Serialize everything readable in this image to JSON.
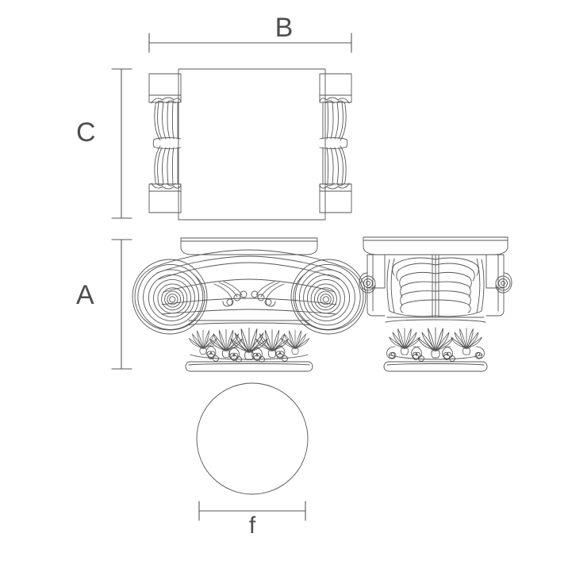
{
  "drawing": {
    "title": "Ionic capital orthographic drawing",
    "line_color": "#555555",
    "background_color": "#ffffff",
    "stroke_width": 0.9
  },
  "dimensions": {
    "width_label": "B",
    "height_capital_label": "A",
    "height_plan_label": "C",
    "shaft_diameter_label": "f"
  },
  "views": {
    "plan": {
      "name": "plan-view"
    },
    "front": {
      "name": "front-elevation"
    },
    "side": {
      "name": "side-elevation"
    },
    "shaft": {
      "name": "shaft-circle-view"
    }
  }
}
